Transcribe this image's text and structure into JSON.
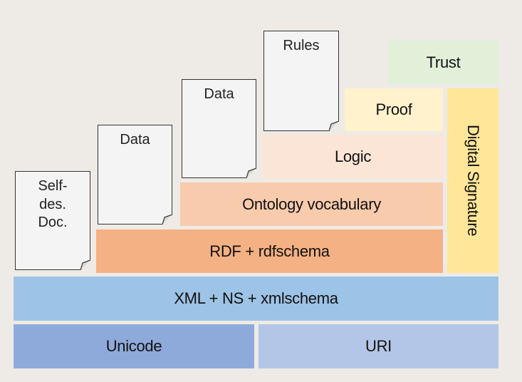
{
  "documents": [
    {
      "id": "self",
      "lines": [
        "Self-",
        "des.",
        "Doc."
      ]
    },
    {
      "id": "data1",
      "lines": [
        "Data"
      ]
    },
    {
      "id": "data2",
      "lines": [
        "Data"
      ]
    },
    {
      "id": "rules",
      "lines": [
        "Rules"
      ]
    }
  ],
  "layers": {
    "unicode": "Unicode",
    "uri": "URI",
    "xml": "XML + NS + xmlschema",
    "rdf": "RDF + rdfschema",
    "ontology": "Ontology vocabulary",
    "logic": "Logic",
    "proof": "Proof",
    "trust": "Trust",
    "signature": "Digital Signature"
  },
  "colors": {
    "background": "#eeebe6",
    "unicode": "#8eaadb",
    "uri": "#b4c6e7",
    "xml": "#9dc3e6",
    "rdf": "#f4b183",
    "ontology": "#f8cbad",
    "logic": "#fbe5d6",
    "proof": "#fff2cc",
    "trust": "#e2f0d9",
    "signature": "#ffe699"
  }
}
